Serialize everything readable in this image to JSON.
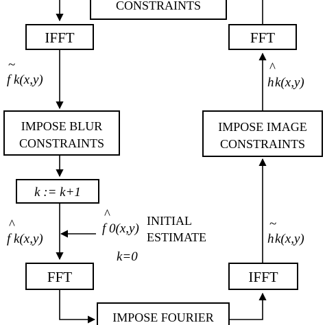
{
  "boxes": {
    "top_constraints": "CONSTRAINTS",
    "ifft_left": "IFFT",
    "fft_right": "FFT",
    "blur_line1": "IMPOSE BLUR",
    "blur_line2": "CONSTRAINTS",
    "image_line1": "IMPOSE IMAGE",
    "image_line2": "CONSTRAINTS",
    "increment": "k := k+1",
    "fft_left": "FFT",
    "ifft_right": "IFFT",
    "fourier": "IMPOSE FOURIER"
  },
  "labels": {
    "f_tilde_k": "f",
    "f_tilde_k_args": "k(x,y)",
    "h_hat_k": "h",
    "h_hat_k_args": "k(x,y)",
    "f_hat_k": "f",
    "f_hat_k_args": "k(x,y)",
    "f_hat_0": "f",
    "f_hat_0_args": "0(x,y)",
    "h_tilde_k": "h",
    "h_tilde_k_args": "k(x,y)",
    "initial_line1": "INITIAL",
    "initial_line2": "ESTIMATE",
    "k_zero": "k=0",
    "tilde": "~",
    "hat": "^"
  }
}
